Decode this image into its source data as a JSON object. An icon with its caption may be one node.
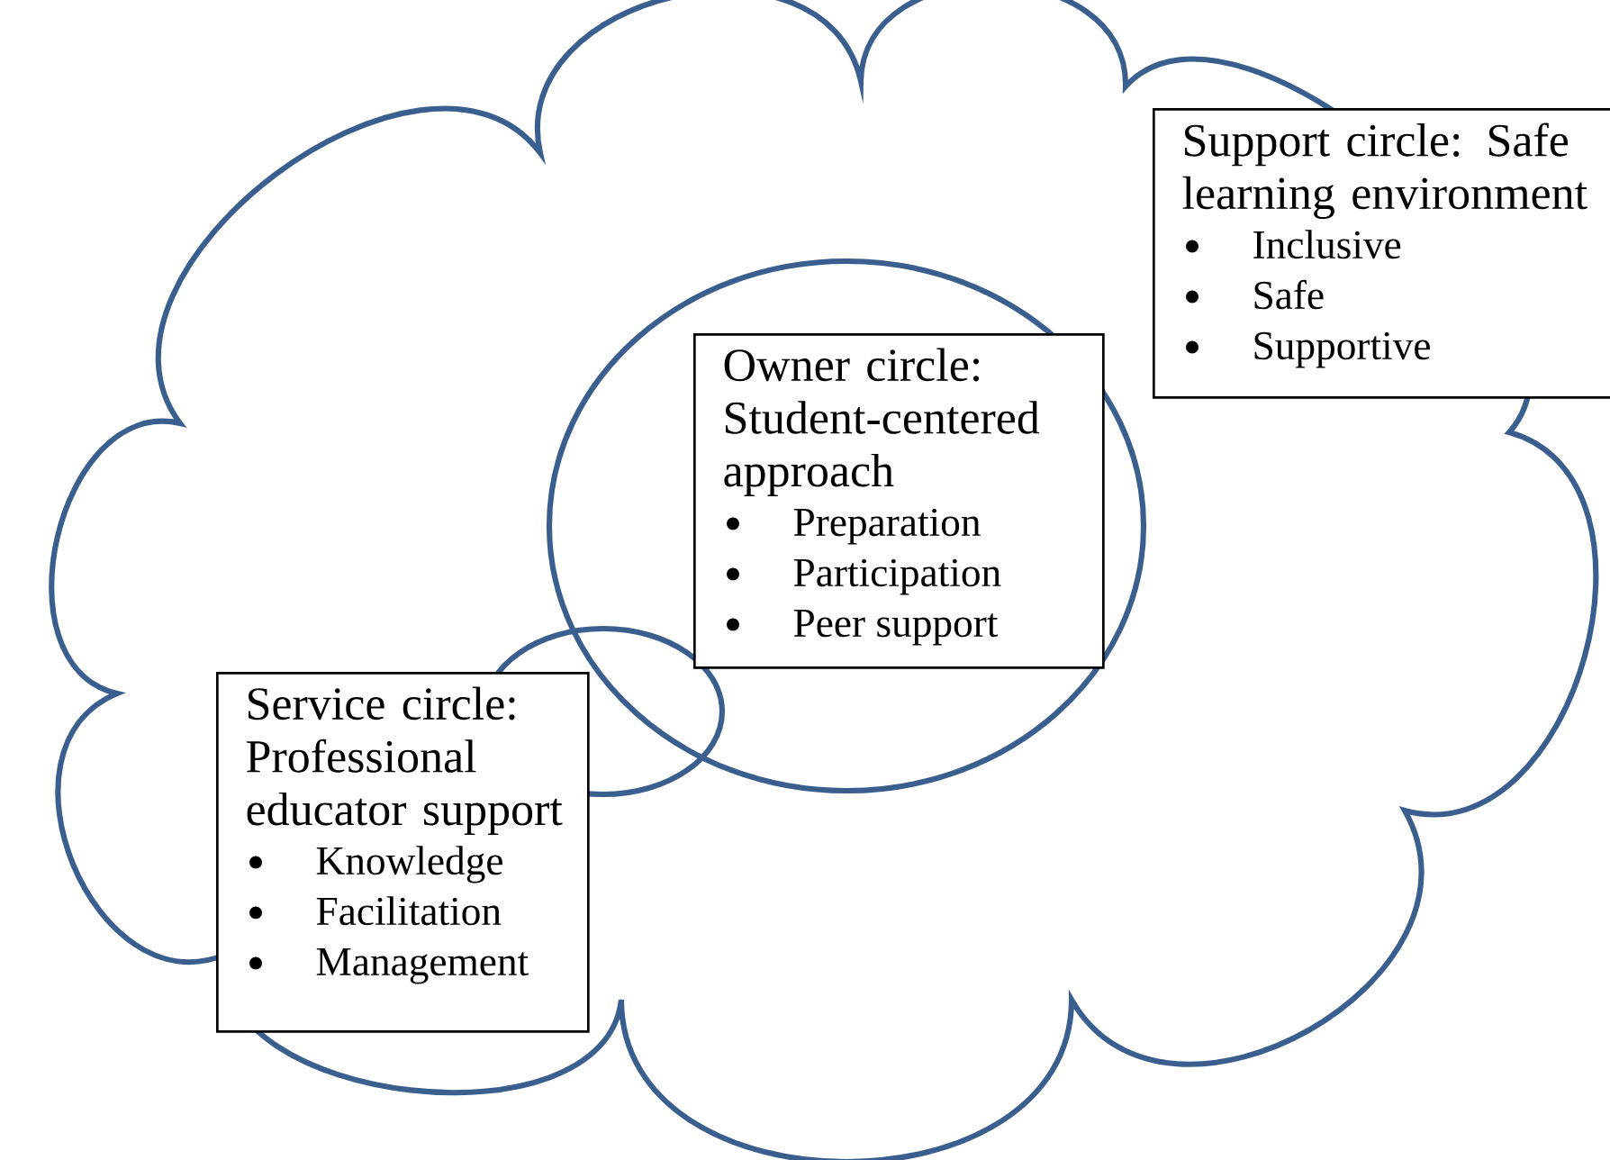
{
  "diagram": {
    "nodes": [
      {
        "text": [
          "Support circle: Safe learning environment",
          "Inclusive",
          "Safe",
          "Supportive"
        ]
      },
      {
        "text": [
          "Owner circle: Student-centered approach",
          "Preparation",
          "Participation",
          "Peer support"
        ]
      },
      {
        "text": [
          "Service circle: Professional educator support",
          "Knowledge",
          "Facilitation",
          "Management"
        ]
      }
    ]
  }
}
